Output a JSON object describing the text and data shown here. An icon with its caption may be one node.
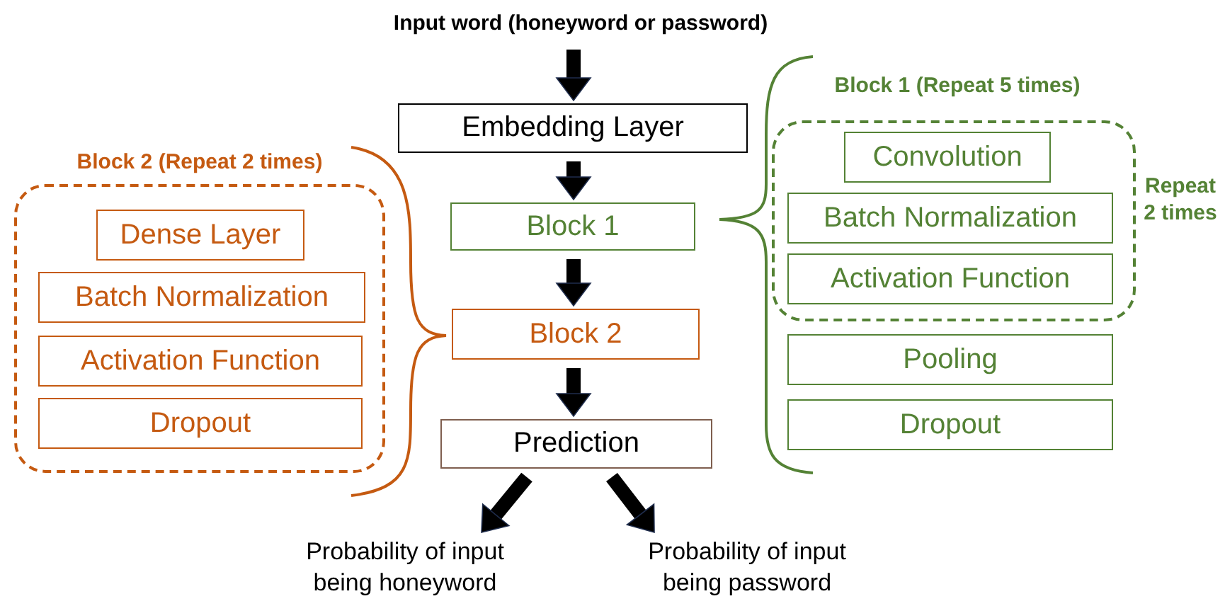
{
  "diagram": {
    "nodes": [
      {
        "text": [
          "Input word (honeyword or password)"
        ]
      },
      {
        "text": [
          "Embedding Layer"
        ]
      },
      {
        "text": [
          "Block 1"
        ]
      },
      {
        "text": [
          "Block 2"
        ]
      },
      {
        "text": [
          "Prediction"
        ]
      },
      {
        "text": [
          "Probability of input being honeyword"
        ]
      },
      {
        "text": [
          "Probability of input being password"
        ]
      },
      {
        "text": [
          "Block 2 (Repeat 2 times)"
        ]
      },
      {
        "text": [
          "Dense Layer"
        ],
        "in": 7
      },
      {
        "text": [
          "Batch Normalization"
        ],
        "in": 7
      },
      {
        "text": [
          "Activation Function"
        ],
        "in": 7
      },
      {
        "text": [
          "Dropout"
        ],
        "in": 7
      },
      {
        "text": [
          "Block 1 (Repeat 5 times)"
        ]
      },
      {
        "text": [
          "Repeat 2 times"
        ]
      },
      {
        "text": [
          "Convolution"
        ],
        "in": 13
      },
      {
        "text": [
          "Batch Normalization"
        ],
        "in": 13
      },
      {
        "text": [
          "Activation Function"
        ],
        "in": 13
      },
      {
        "text": [
          "Pooling"
        ]
      },
      {
        "text": [
          "Dropout"
        ]
      }
    ],
    "edges": [
      {
        "from": 0,
        "to": 1,
        "arrow": "to"
      },
      {
        "from": 1,
        "to": 2,
        "arrow": "to"
      },
      {
        "from": 2,
        "to": 3,
        "arrow": "to"
      },
      {
        "from": 3,
        "to": 4,
        "arrow": "to"
      },
      {
        "from": 4,
        "to": 5,
        "arrow": "to"
      },
      {
        "from": 4,
        "to": 6,
        "arrow": "to"
      }
    ]
  }
}
